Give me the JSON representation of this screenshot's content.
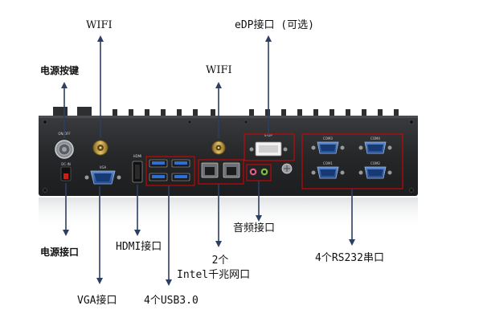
{
  "labels": {
    "wifi_left": "WIFI",
    "power_button": "电源按键",
    "edp": "eDP接口 (可选)",
    "wifi_center": "WIFI",
    "power_jack": "电源接口",
    "hdmi": "HDMI接口",
    "lan_line1": "2个",
    "lan_line2": "Intel千兆网口",
    "rs232": "4个RS232串口",
    "audio": "音频接口",
    "vga": "VGA接口",
    "usb": "4个USB3.0"
  },
  "panel_markings": {
    "on_off": "ON/OFF",
    "dc_in": "DC-IN",
    "vga": "VGA",
    "hdmi": "HDMI",
    "edp": "E-DP",
    "com1": "COM1",
    "com2": "COM2",
    "com3": "COM3",
    "com4": "COM4"
  },
  "colors": {
    "chassis": "#2a2b2d",
    "callout_box": "#e00000",
    "arrow": "#2b3f63",
    "usb_blue": "#2c6fd6"
  }
}
